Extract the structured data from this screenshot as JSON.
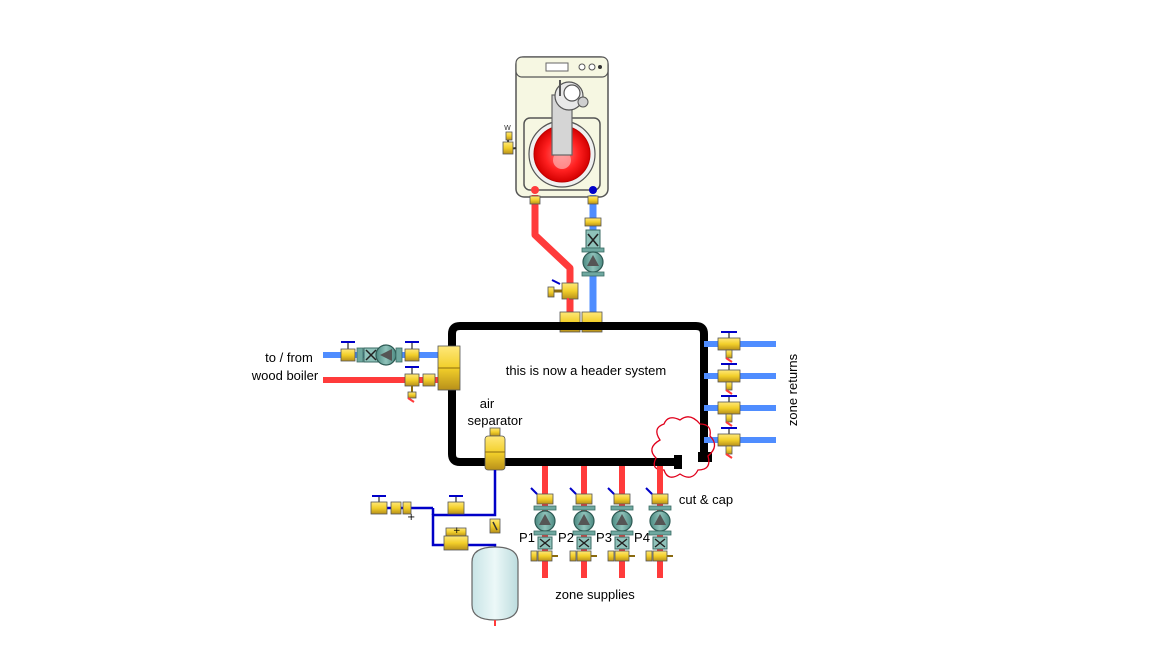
{
  "labels": {
    "header_system": "this is now a header system",
    "to_from": "to / from",
    "wood_boiler": "wood boiler",
    "air": "air",
    "separator": "separator",
    "cut_cap": "cut & cap",
    "zone_returns": "zone returns",
    "zone_supplies": "zone supplies",
    "pumps": [
      "P1",
      "P2",
      "P3",
      "P4"
    ]
  },
  "colors": {
    "supply": "#ff3b3b",
    "return": "#4f8dff",
    "header": "#000000",
    "brass": "#f2cf2a",
    "pump_body": "#6fa8a0",
    "boiler_cabinet": "#f6f7e2",
    "burner": "#ff2020",
    "expansion_tank": "#dceff0",
    "cut_cap_cloud": "#e0001b",
    "bypass_pipe": "#0000c8"
  },
  "icons": [
    "boiler-icon",
    "circulator-pump-icon",
    "ball-valve-icon",
    "flow-check-icon",
    "air-separator-icon",
    "expansion-tank-icon",
    "pressure-reducing-valve-icon",
    "relief-valve-icon",
    "cut-and-cap-cloud-icon"
  ]
}
